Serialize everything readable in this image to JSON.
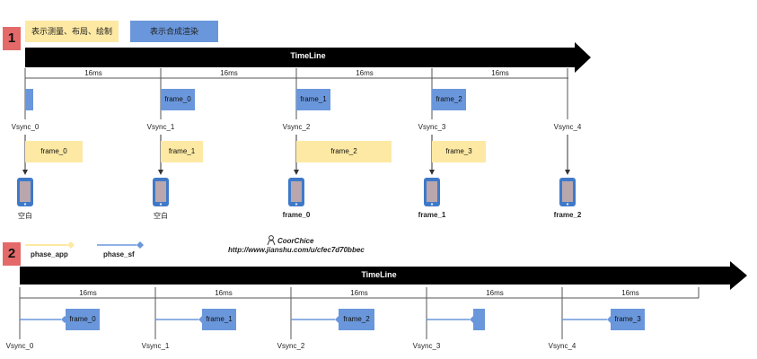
{
  "section1": {
    "badge": "1",
    "legend": {
      "yellow_label": "表示测量、布局、绘制",
      "blue_label": "表示合成渲染"
    },
    "timeline_label": "TimeLine",
    "intervals": [
      "16ms",
      "16ms",
      "16ms",
      "16ms"
    ],
    "vsyncs": [
      "Vsync_0",
      "Vsync_1",
      "Vsync_2",
      "Vsync_3",
      "Vsync_4"
    ],
    "blue_frames": [
      "",
      "frame_0",
      "frame_1",
      "frame_2"
    ],
    "yellow_frames": [
      "frame_0",
      "frame_1",
      "frame_2",
      "frame_3"
    ],
    "screens": [
      "空白",
      "空白",
      "frame_0",
      "frame_1",
      "frame_2"
    ]
  },
  "section2": {
    "badge": "2",
    "legend": {
      "app_label": "phase_app",
      "sf_label": "phase_sf"
    },
    "credit": {
      "author": "CoorChice",
      "url": "http://www.jianshu.com/u/cfec7d70bbec"
    },
    "timeline_label": "TimeLine",
    "intervals": [
      "16ms",
      "16ms",
      "16ms",
      "16ms",
      "16ms"
    ],
    "vsyncs": [
      "Vsync_0",
      "Vsync_1",
      "Vsync_2",
      "Vsync_3",
      "Vsync_4"
    ],
    "blue_frames": [
      "frame_0",
      "frame_1",
      "frame_2",
      "",
      "frame_3"
    ]
  },
  "colors": {
    "yellow": "#fde9a3",
    "blue": "#6a97dc",
    "badge": "#e46a6a",
    "arrow": "#000000"
  }
}
